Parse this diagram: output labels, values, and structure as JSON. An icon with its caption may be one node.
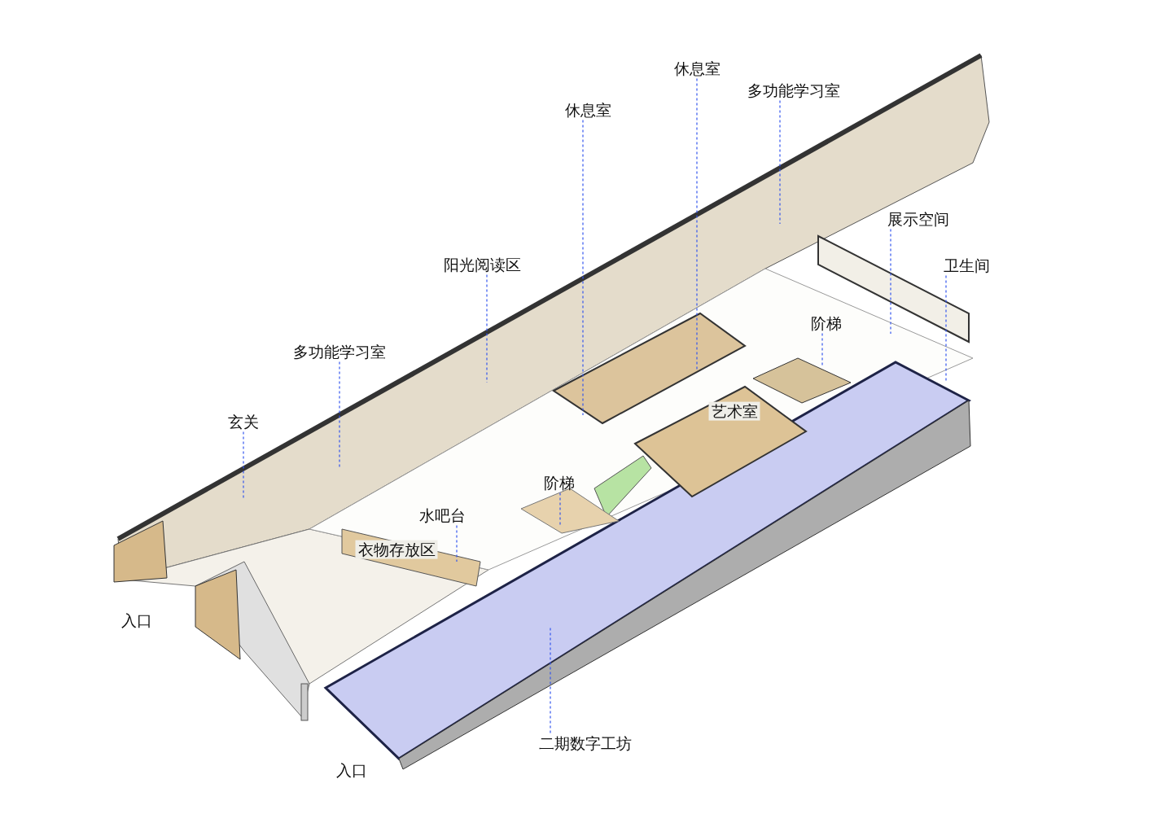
{
  "diagram": {
    "nodes": [
      {
        "text": [
          "玄关"
        ]
      },
      {
        "text": [
          "多功能学习室"
        ]
      },
      {
        "text": [
          "阳光阅读区"
        ]
      },
      {
        "text": [
          "休息室"
        ]
      },
      {
        "text": [
          "休息室"
        ]
      },
      {
        "text": [
          "多功能学习室"
        ]
      },
      {
        "text": [
          "展示空间"
        ]
      },
      {
        "text": [
          "卫生间"
        ]
      },
      {
        "text": [
          "阶梯"
        ]
      },
      {
        "text": [
          "阶梯"
        ]
      },
      {
        "text": [
          "水吧台"
        ]
      },
      {
        "text": [
          "二期数字工坊"
        ]
      }
    ],
    "edges": [
      {
        "from": 0,
        "to": null,
        "arrow": "none",
        "style": "dashed"
      },
      {
        "from": 1,
        "to": null,
        "arrow": "none",
        "style": "dashed"
      },
      {
        "from": 2,
        "to": null,
        "arrow": "none",
        "style": "dashed"
      },
      {
        "from": 3,
        "to": null,
        "arrow": "none",
        "style": "dashed"
      },
      {
        "from": 4,
        "to": null,
        "arrow": "none",
        "style": "dashed"
      },
      {
        "from": 5,
        "to": null,
        "arrow": "none",
        "style": "dashed"
      },
      {
        "from": 6,
        "to": null,
        "arrow": "none",
        "style": "dashed"
      },
      {
        "from": 7,
        "to": null,
        "arrow": "none",
        "style": "dashed"
      },
      {
        "from": 8,
        "to": null,
        "arrow": "none",
        "style": "dashed"
      },
      {
        "from": 9,
        "to": null,
        "arrow": "none",
        "style": "dashed"
      },
      {
        "from": 10,
        "to": null,
        "arrow": "none",
        "style": "dashed"
      },
      {
        "from": 11,
        "to": null,
        "arrow": "none",
        "style": "dashed"
      }
    ],
    "labels": [
      "衣物存放区",
      "艺术室",
      "入口",
      "入口"
    ]
  }
}
